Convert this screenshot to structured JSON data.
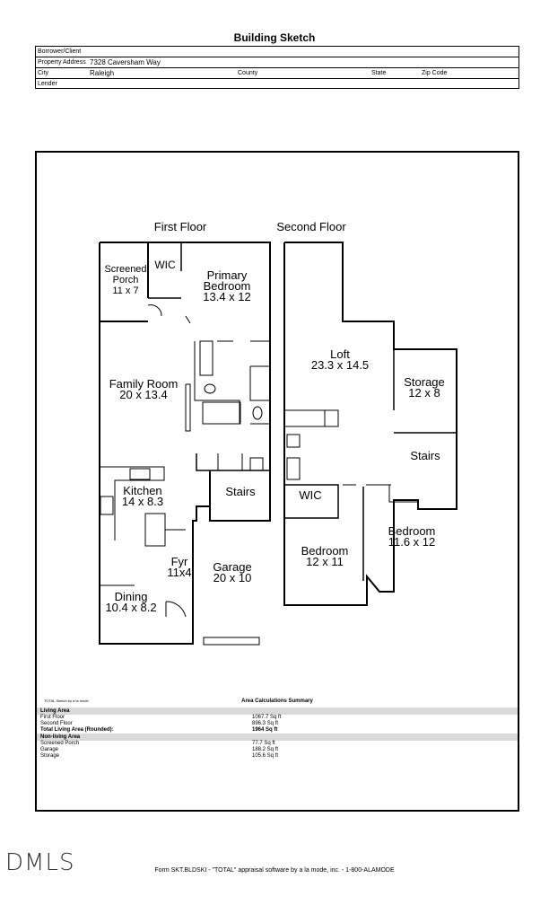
{
  "title": "Building Sketch",
  "header": {
    "borrower_label": "Borrower/Client",
    "borrower_value": "",
    "property_label": "Property Address",
    "property_value": "7328 Caversham Way",
    "city_label": "City",
    "city_value": "Raleigh",
    "county_label": "County",
    "state_label": "State",
    "zip_label": "Zip Code",
    "lender_label": "Lender"
  },
  "plan": {
    "first_floor_label": "First Floor",
    "second_floor_label": "Second Floor",
    "rooms": [
      {
        "name": "Screened\nPorch",
        "dims": "11 x 7"
      },
      {
        "name": "WIC",
        "dims": ""
      },
      {
        "name": "Primary\nBedroom",
        "dims": "13.4 x 12"
      },
      {
        "name": "Family Room",
        "dims": "20 x 13.4"
      },
      {
        "name": "Kitchen",
        "dims": "14 x 8.3"
      },
      {
        "name": "Stairs",
        "dims": ""
      },
      {
        "name": "Fyr",
        "dims": "11x4"
      },
      {
        "name": "Garage",
        "dims": "20 x 10"
      },
      {
        "name": "Dining",
        "dims": "10.4 x 8.2"
      },
      {
        "name": "Loft",
        "dims": "23.3 x 14.5"
      },
      {
        "name": "Storage",
        "dims": "12 x 8"
      },
      {
        "name": "Stairs",
        "dims": ""
      },
      {
        "name": "WIC",
        "dims": ""
      },
      {
        "name": "Bedroom",
        "dims": "11.6 x 12"
      },
      {
        "name": "Bedroom",
        "dims": "12 x 11"
      }
    ]
  },
  "summary": {
    "credit": "TOTAL Sketch by a la mode",
    "title": "Area Calculations Summary",
    "living_header": "Living Area",
    "first_floor": {
      "label": "First Floor",
      "value": "1067.7 Sq ft"
    },
    "second_floor": {
      "label": "Second Floor",
      "value": "896.3 Sq ft"
    },
    "total": {
      "label": "Total Living Area (Rounded):",
      "value": "1964 Sq ft"
    },
    "nonliving_header": "Non-living Area",
    "porch": {
      "label": "Screened Porch",
      "value": "77.7 Sq ft"
    },
    "garage": {
      "label": "Garage",
      "value": "188.2 Sq ft"
    },
    "storage": {
      "label": "Storage",
      "value": "105.6 Sq ft"
    }
  },
  "logo": "DMLS",
  "footer": "Form SKT.BLDSKI - \"TOTAL\" appraisal software by a la mode, inc. - 1-800-ALAMODE"
}
